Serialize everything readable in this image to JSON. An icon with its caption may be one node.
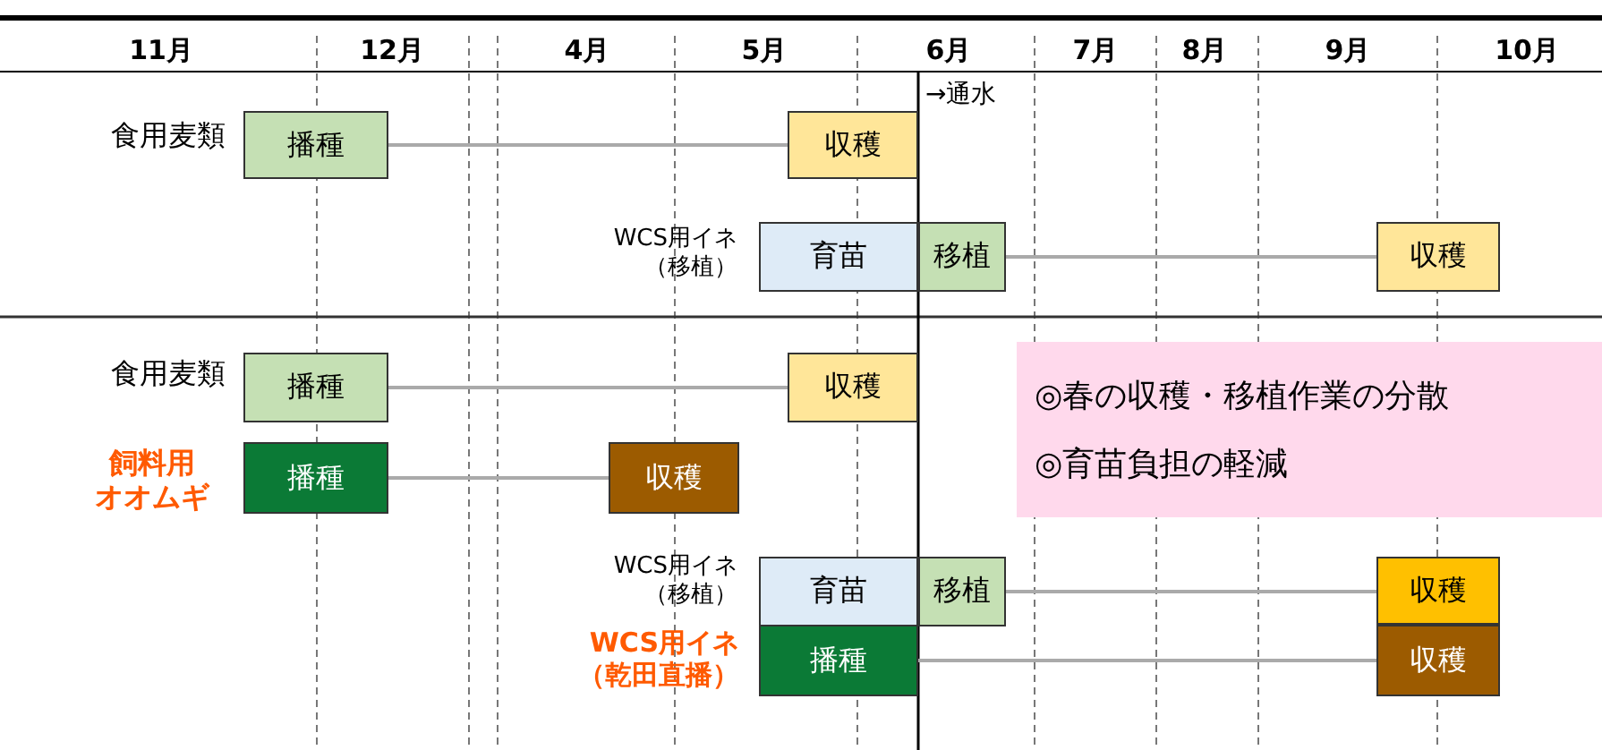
{
  "diagram": {
    "nodes": [
      {
        "text": [
          "播種"
        ]
      },
      {
        "text": [
          "収穫"
        ]
      },
      {
        "text": [
          "育苗"
        ]
      },
      {
        "text": [
          "移植"
        ]
      },
      {
        "text": [
          "収穫"
        ]
      },
      {
        "text": [
          "播種"
        ]
      },
      {
        "text": [
          "収穫"
        ]
      },
      {
        "text": [
          "播種"
        ]
      },
      {
        "text": [
          "収穫"
        ]
      },
      {
        "text": [
          "育苗"
        ]
      },
      {
        "text": [
          "移植"
        ]
      },
      {
        "text": [
          "収穫"
        ]
      },
      {
        "text": [
          "播種"
        ]
      },
      {
        "text": [
          "収穫"
        ]
      },
      {
        "text": [
          "◎春の収穫・移植作業の分散",
          "◎育苗負担の軽減"
        ]
      }
    ],
    "edges": [
      {
        "from": 0,
        "to": 1,
        "arrow": "none"
      },
      {
        "from": 3,
        "to": 4,
        "arrow": "none"
      },
      {
        "from": 5,
        "to": 6,
        "arrow": "none"
      },
      {
        "from": 7,
        "to": 8,
        "arrow": "none"
      },
      {
        "from": 10,
        "to": 11,
        "arrow": "none"
      },
      {
        "from": 12,
        "to": 13,
        "arrow": "none"
      }
    ],
    "labels": [
      "11月",
      "12月",
      "4月",
      "5月",
      "6月",
      "7月",
      "8月",
      "9月",
      "10月",
      "→通水",
      "食用麦類",
      "WCS用イネ（移植）",
      "食用麦類",
      "飼料用オオムギ",
      "WCS用イネ（移植）",
      "WCS用イネ（乾田直播）"
    ]
  }
}
